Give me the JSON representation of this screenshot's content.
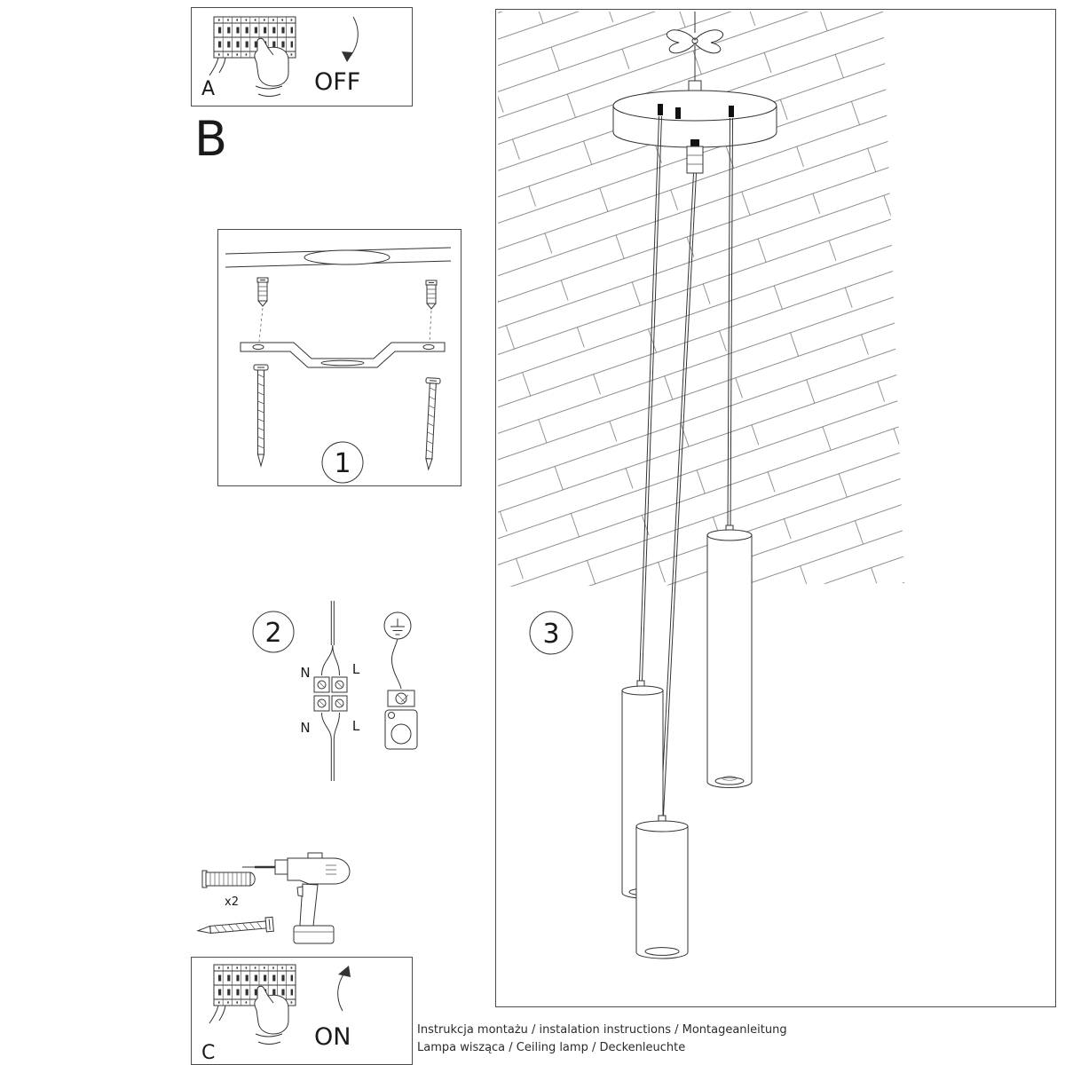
{
  "panel_a": {
    "label": "A",
    "switch_label": "OFF"
  },
  "section_b": {
    "label": "B"
  },
  "step1": {
    "number": "1"
  },
  "step2": {
    "number": "2",
    "wire_labels": {
      "n_top": "N",
      "l_top": "L",
      "n_bottom": "N",
      "l_bottom": "L"
    }
  },
  "tools": {
    "quantity": "x2"
  },
  "step3": {
    "number": "3"
  },
  "panel_c": {
    "label": "C",
    "switch_label": "ON"
  },
  "footer": {
    "line1": "Instrukcja montażu / instalation instructions / Montageanleitung",
    "line2": "Lampa wisząca / Ceiling lamp / Deckenleuchte"
  }
}
